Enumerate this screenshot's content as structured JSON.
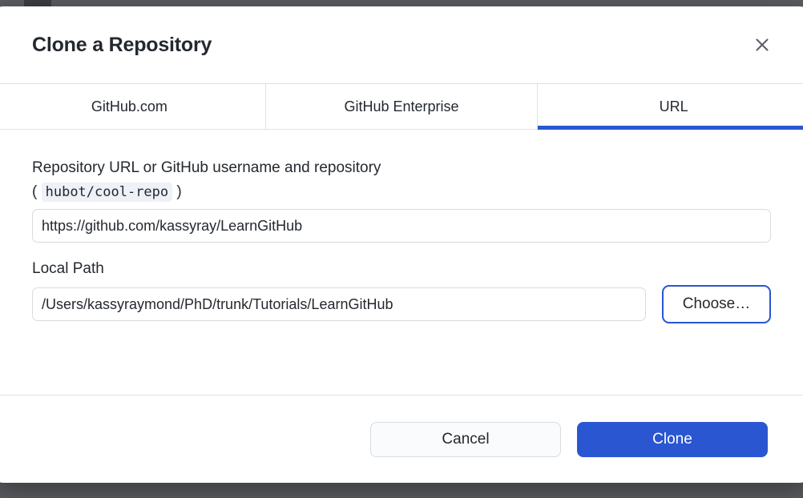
{
  "dialog": {
    "title": "Clone a Repository",
    "close_icon": "close-icon"
  },
  "tabs": [
    {
      "label": "GitHub.com",
      "active": false
    },
    {
      "label": "GitHub Enterprise",
      "active": false
    },
    {
      "label": "URL",
      "active": true
    }
  ],
  "form": {
    "url_label_line1": "Repository URL or GitHub username and repository",
    "paren_open": "(",
    "url_example": "hubot/cool-repo",
    "paren_close": ")",
    "url_value": "https://github.com/kassyray/LearnGitHub",
    "url_placeholder": "",
    "local_path_label": "Local Path",
    "local_path_value": "/Users/kassyraymond/PhD/trunk/Tutorials/LearnGitHub",
    "local_path_placeholder": "",
    "choose_label": "Choose…"
  },
  "footer": {
    "cancel_label": "Cancel",
    "clone_label": "Clone"
  },
  "colors": {
    "accent": "#2a56d1",
    "text": "#24292f",
    "border": "#dfe2e6",
    "chip_bg": "#eef1f7",
    "backdrop": "#5a5c60"
  }
}
